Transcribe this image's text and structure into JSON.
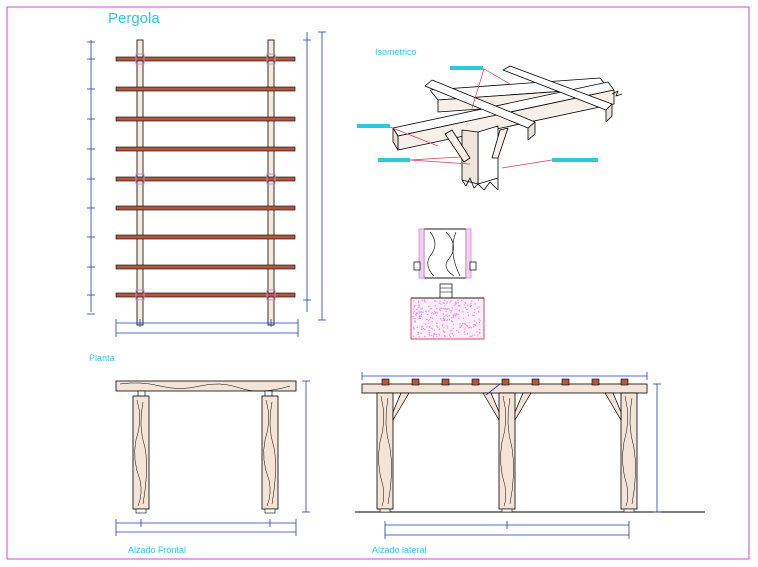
{
  "drawing": {
    "title": "Pergola",
    "views": {
      "plan": "Planta",
      "isometric": "Isometrico",
      "front": "Alzado Frontal",
      "side": "Alzado lateral"
    }
  },
  "colors": {
    "border": "#d34ad3",
    "line": "#000000",
    "wood": "#f4e4d8",
    "beam": "#b5563f",
    "steel": "#d48ad0",
    "dimension": "#1c3cc8",
    "label": "#2ec8dc",
    "concrete": "#ef8fe6",
    "footing_outline": "#e6455a"
  }
}
